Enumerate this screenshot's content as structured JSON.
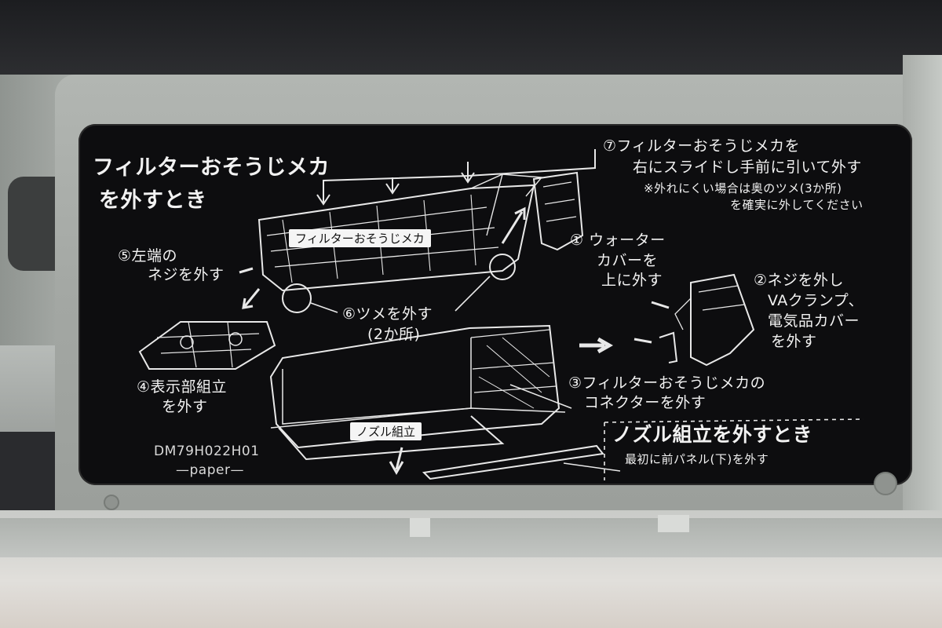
{
  "label": {
    "title_line1": "フィルターおそうじメカ",
    "title_line2": "を外すとき",
    "step7_line1": "⑦フィルターおそうじメカを",
    "step7_line2": "右にスライドし手前に引いて外す",
    "step7_note1": "※外れにくい場合は奥のツメ(3か所)",
    "step7_note2": "を確実に外してください",
    "filter_mech_tag": "フィルターおそうじメカ",
    "step1_line1": "① ウォーター",
    "step1_line2": "カバーを",
    "step1_line3": "上に外す",
    "step2_line1": "②ネジを外し",
    "step2_line2": "VAクランプ、",
    "step2_line3": "電気品カバー",
    "step2_line4": "を外す",
    "step5_line1": "⑤左端の",
    "step5_line2": "ネジを外す",
    "step6_line1": "⑥ツメを外す",
    "step6_line2": "(2か所)",
    "step4_line1": "④表示部組立",
    "step4_line2": "を外す",
    "step3_line1": "③フィルターおそうじメカの",
    "step3_line2": "コネクターを外す",
    "nozzle_tag": "ノズル組立",
    "nozzle_title": "ノズル組立を外すとき",
    "nozzle_note": "最初に前パネル(下)を外す",
    "code_line1": "DM79H022H01",
    "code_line2": "—paper—"
  },
  "colors": {
    "label_bg": "#0d0d0f",
    "housing": "#9fa39f",
    "text": "#f2f2f2"
  }
}
